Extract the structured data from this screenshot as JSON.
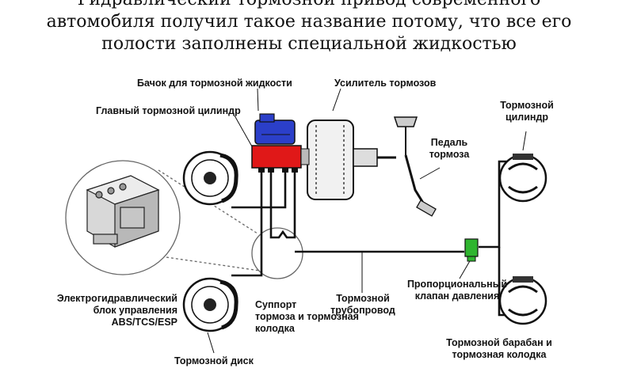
{
  "heading": {
    "line1": "Гидравлический тормозной привод современного",
    "line2": "автомобиля получил такое название потому, что все его",
    "line3": "полости заполнены специальной жидкостью"
  },
  "labels": {
    "reservoir": "Бачок для тормозной жидкости",
    "master_cylinder": "Главный тормозной цилиндр",
    "booster": "Усилитель тормозов",
    "pedal_line1": "Педаль",
    "pedal_line2": "тормоза",
    "wheel_cyl_line1": "Тормозной",
    "wheel_cyl_line2": "цилиндр",
    "abs_line1": "Электрогидравлический",
    "abs_line2": "блок управления",
    "abs_line3": "ABS/TCS/ESP",
    "caliper_line1": "Суппорт",
    "caliper_line2": "тормоза и тормозная",
    "caliper_line3": "колодка",
    "pipe_line1": "Тормозной",
    "pipe_line2": "трубопровод",
    "valve_line1": "Пропорциональный",
    "valve_line2": "клапан давления",
    "drum_line1": "Тормозной барабан и",
    "drum_line2": "тормозная колодка",
    "disc": "Тормозной диск"
  },
  "colors": {
    "reservoir": "#2b3fc9",
    "master_cylinder": "#e01818",
    "valve": "#2fb52f",
    "line": "#111111"
  }
}
